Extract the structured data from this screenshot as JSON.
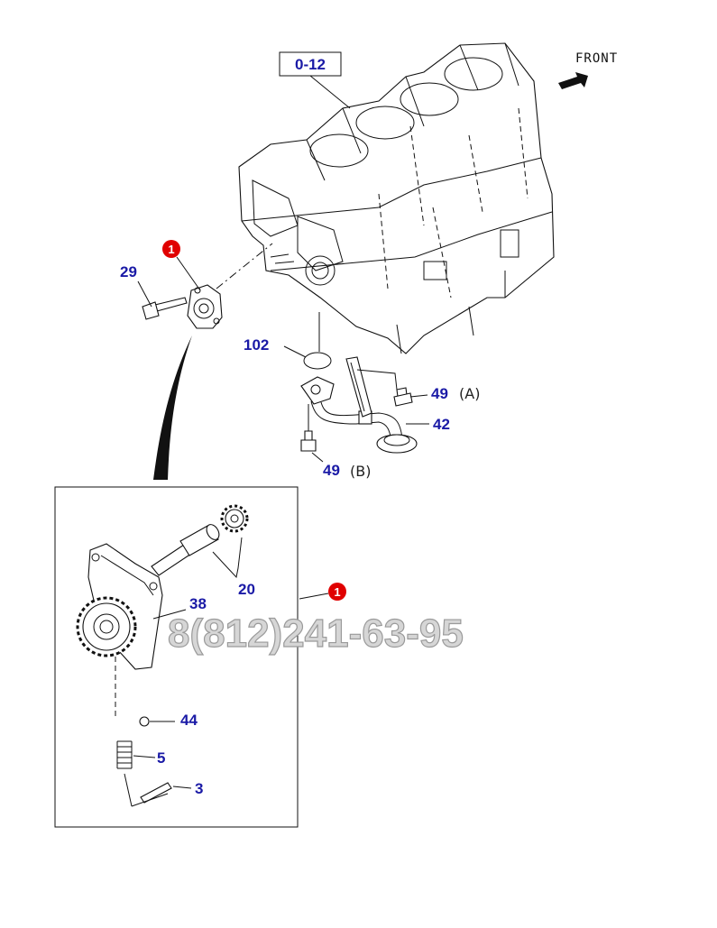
{
  "references": {
    "block_ref": "0-12",
    "front_label": "FRONT"
  },
  "callouts": {
    "assembly_main": "1",
    "assembly_detail": "1"
  },
  "parts": [
    {
      "id": "29",
      "suffix": ""
    },
    {
      "id": "102",
      "suffix": ""
    },
    {
      "id": "49",
      "suffix": "(A)"
    },
    {
      "id": "42",
      "suffix": ""
    },
    {
      "id": "49",
      "suffix": "(B)"
    },
    {
      "id": "20",
      "suffix": ""
    },
    {
      "id": "38",
      "suffix": ""
    },
    {
      "id": "44",
      "suffix": ""
    },
    {
      "id": "5",
      "suffix": ""
    },
    {
      "id": "3",
      "suffix": ""
    }
  ],
  "watermark": {
    "phone": "8(812)241-63-95"
  },
  "colors": {
    "part_number": "#1a1aa6",
    "callout": "#e00000",
    "line": "#111111"
  }
}
